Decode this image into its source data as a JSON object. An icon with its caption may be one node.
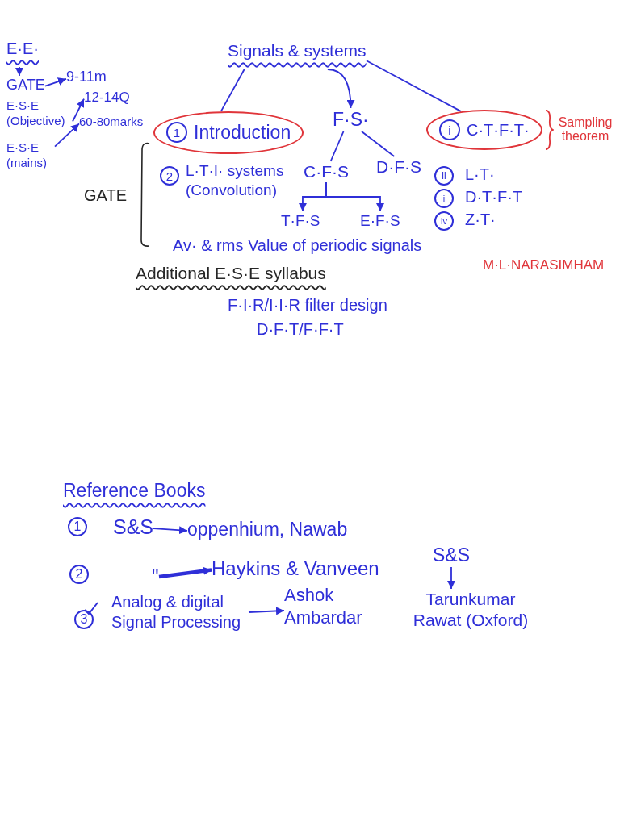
{
  "diagram": {
    "nodes": [
      {
        "text": [
          "E·E·"
        ]
      },
      {
        "text": [
          "GATE"
        ]
      },
      {
        "text": [
          "9-11m"
        ]
      },
      {
        "text": [
          "E·S·E (Objective)"
        ]
      },
      {
        "text": [
          "12-14Q"
        ]
      },
      {
        "text": [
          "E·S·E (mains)"
        ]
      },
      {
        "text": [
          "60-80marks"
        ]
      },
      {
        "text": [
          "Signals & systems"
        ]
      },
      {
        "text": [
          "1",
          "Introduction"
        ]
      },
      {
        "text": [
          "F·S·"
        ]
      },
      {
        "text": [
          "C·F·S"
        ]
      },
      {
        "text": [
          "D·F·S"
        ]
      },
      {
        "text": [
          "T·F·S"
        ]
      },
      {
        "text": [
          "E·F·S"
        ]
      },
      {
        "text": [
          "i",
          "C·T·F·T·"
        ],
        "beside": [
          "Sampling theorem"
        ]
      },
      {
        "text": [
          "S&S"
        ]
      },
      {
        "text": [
          "oppenhium, Nawab"
        ]
      },
      {
        "text": [
          "\""
        ]
      },
      {
        "text": [
          "Haykins & Vanveen"
        ]
      },
      {
        "text": [
          "Analog & digital Signal Processing"
        ]
      },
      {
        "text": [
          "Ashok Ambardar"
        ]
      },
      {
        "text": [
          "S&S"
        ]
      },
      {
        "text": [
          "Tarunkumar Rawat (Oxford)"
        ]
      }
    ],
    "edges": [
      {
        "from": 0,
        "to": 1,
        "arrow": "to"
      },
      {
        "from": 1,
        "to": 2,
        "arrow": "to"
      },
      {
        "from": 3,
        "to": 4,
        "arrow": "to"
      },
      {
        "from": 5,
        "to": 6,
        "arrow": "to"
      },
      {
        "from": 7,
        "to": 8,
        "arrow": "none"
      },
      {
        "from": 7,
        "to": 9,
        "arrow": "to"
      },
      {
        "from": 7,
        "to": 14,
        "arrow": "none"
      },
      {
        "from": 9,
        "to": 10,
        "arrow": "none"
      },
      {
        "from": 9,
        "to": 11,
        "arrow": "none"
      },
      {
        "from": 10,
        "to": 12,
        "arrow": "to"
      },
      {
        "from": 10,
        "to": 13,
        "arrow": "to"
      },
      {
        "from": 15,
        "to": 16,
        "arrow": "to"
      },
      {
        "from": 17,
        "to": 18,
        "arrow": "to",
        "style": "thick"
      },
      {
        "from": 19,
        "to": 20,
        "arrow": "to"
      },
      {
        "from": 21,
        "to": 22,
        "arrow": "to"
      }
    ],
    "labels": [
      "2",
      "L·T·I· systems (Convolution)",
      "ii",
      "L·T·",
      "iii",
      "D·T·F·T",
      "iv",
      "Z·T·",
      "GATE",
      "Av· & rms Value of periodic signals",
      "Additional E·S·E syllabus",
      "F·I·R/I·I·R filter design",
      "D·F·T/F·F·T",
      "M·L·NARASIMHAM",
      "Reference Books",
      "1",
      "2",
      "3"
    ]
  }
}
